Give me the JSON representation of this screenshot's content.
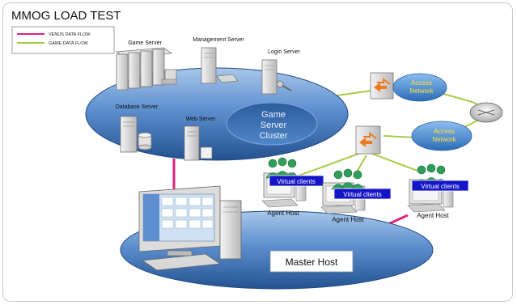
{
  "title": "MMOG LOAD TEST",
  "legend": {
    "venus_label": "VENUS DATA FLOW",
    "game_label": "GAME DATA FLOW",
    "venus_color": "#e0237f",
    "game_color": "#a7cc4a"
  },
  "servers": {
    "game_server": "Game Server",
    "management_server": "Management Server",
    "login_server": "Login Server",
    "database_server": "Database Server",
    "web_server": "Web Server",
    "cluster_line1": "Game",
    "cluster_line2": "Server",
    "cluster_line3": "Cluster"
  },
  "networks": {
    "access_1_line1": "Access",
    "access_1_line2": "Network",
    "access_2_line1": "Access",
    "access_2_line2": "Network"
  },
  "clients": {
    "virtual_clients_1": "Virtual clients",
    "virtual_clients_2": "Virtual clients",
    "virtual_clients_3": "Virtual clients",
    "agent_host_1": "Agent Host",
    "agent_host_2": "Agent Host",
    "agent_host_3": "Agent Host"
  },
  "master_host": "Master Host",
  "colors": {
    "ellipse_blue": "#3d72b3",
    "network_blue": "#3f87cf",
    "network_text": "#ffe23b",
    "client_label_bg": "#1414c8",
    "person_green": "#2f9e5a"
  }
}
